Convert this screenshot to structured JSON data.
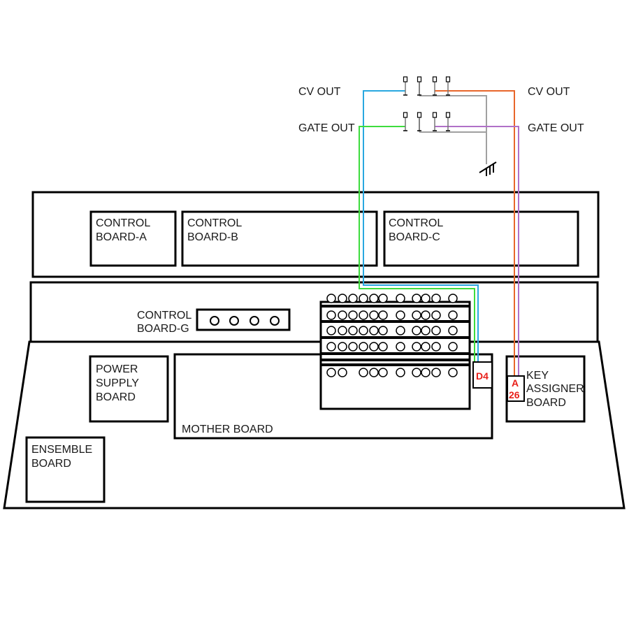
{
  "jacks": {
    "cv_out_left": "CV OUT",
    "cv_out_right": "CV OUT",
    "gate_out_left": "GATE OUT",
    "gate_out_right": "GATE OUT"
  },
  "boards": {
    "control_a": [
      "CONTROL",
      "BOARD-A"
    ],
    "control_b": [
      "CONTROL",
      "BOARD-B"
    ],
    "control_c": [
      "CONTROL",
      "BOARD-C"
    ],
    "control_g": [
      "CONTROL",
      "BOARD-G"
    ],
    "power_supply": [
      "POWER",
      "SUPPLY",
      "BOARD"
    ],
    "mother": "MOTHER BOARD",
    "ensemble": [
      "ENSEMBLE",
      "BOARD"
    ],
    "key_assigner": [
      "KEY",
      "ASSIGNER",
      "BOARD"
    ]
  },
  "connectors": {
    "d4": "D4",
    "a26_top": "A",
    "a26_bottom": "26"
  },
  "colors": {
    "cv_wire_left": "#29a8e0",
    "cv_wire_right": "#e8662a",
    "gate_wire_left": "#3ddc3d",
    "gate_wire_right": "#b070c8",
    "ground_wire": "#a0a0a0",
    "connector_text": "#e8201a"
  },
  "icons": {
    "ground": "ground-symbol-icon",
    "jack": "jack-plug-icon"
  }
}
